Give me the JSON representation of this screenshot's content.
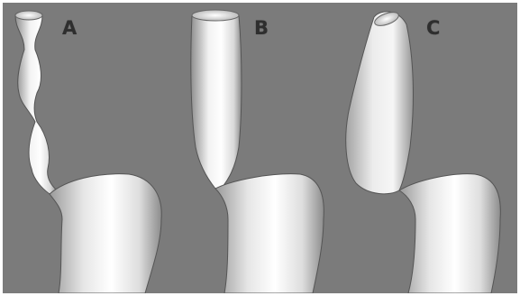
{
  "figure": {
    "panels": [
      {
        "id": "A",
        "label": "A"
      },
      {
        "id": "B",
        "label": "B"
      },
      {
        "id": "C",
        "label": "C"
      }
    ]
  }
}
